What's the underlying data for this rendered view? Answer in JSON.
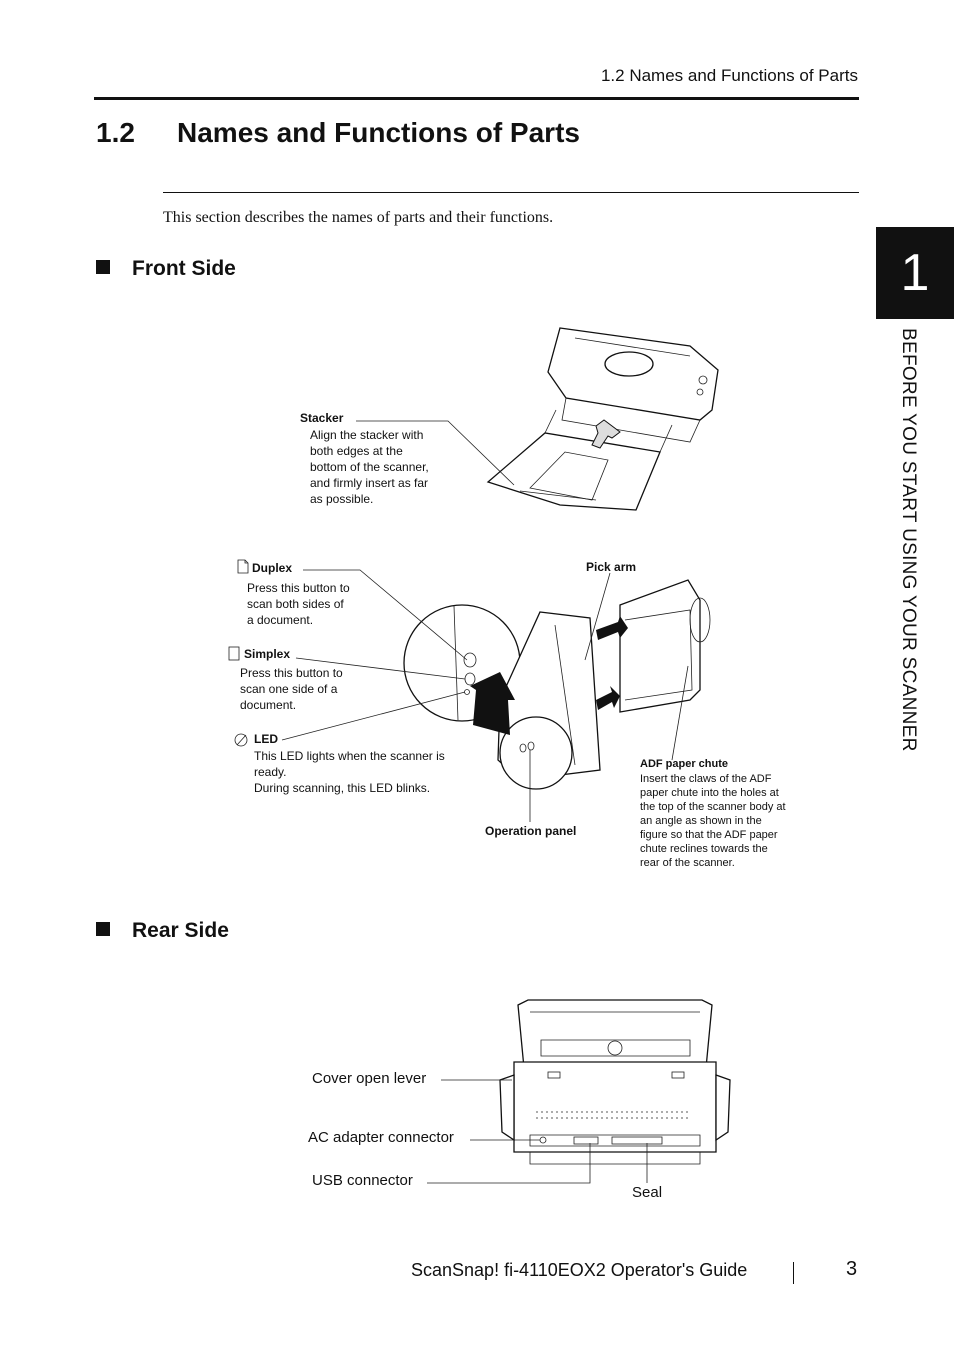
{
  "running_header": "1.2 Names and Functions of Parts",
  "section": {
    "number": "1.2",
    "title": "Names and Functions of Parts"
  },
  "intro": "This section describes the names of parts and their functions.",
  "chapter_tab": {
    "number": "1",
    "title": "BEFORE YOU START USING YOUR SCANNER"
  },
  "front_side": {
    "heading": "Front Side",
    "stacker": {
      "label": "Stacker",
      "desc": "Align the stacker with\nboth edges at the\nbottom of the scanner,\nand firmly insert as far\nas possible."
    },
    "duplex": {
      "label": "Duplex",
      "desc": "Press this button to\nscan both sides of\na document."
    },
    "simplex": {
      "label": "Simplex",
      "desc": "Press this button to\nscan one side of a\n document."
    },
    "led": {
      "label": "LED",
      "desc": "This LED lights when the scanner is\nready.\nDuring scanning, this LED blinks."
    },
    "pick_arm": {
      "label": "Pick arm"
    },
    "adf": {
      "label": "ADF paper chute",
      "desc": "Insert the claws of the ADF\npaper chute into the holes at\nthe top of the scanner body at\nan angle as shown in the\nfigure so that the ADF paper\nchute reclines towards the\nrear of the scanner."
    },
    "operation_panel": {
      "label": "Operation panel"
    }
  },
  "rear_side": {
    "heading": "Rear Side",
    "cover_open_lever": "Cover open lever",
    "ac_adapter_connector": "AC adapter connector",
    "usb_connector": "USB connector",
    "seal": "Seal"
  },
  "footer": {
    "guide": "ScanSnap!  fi-4110EOX2 Operator's Guide",
    "page": "3"
  }
}
